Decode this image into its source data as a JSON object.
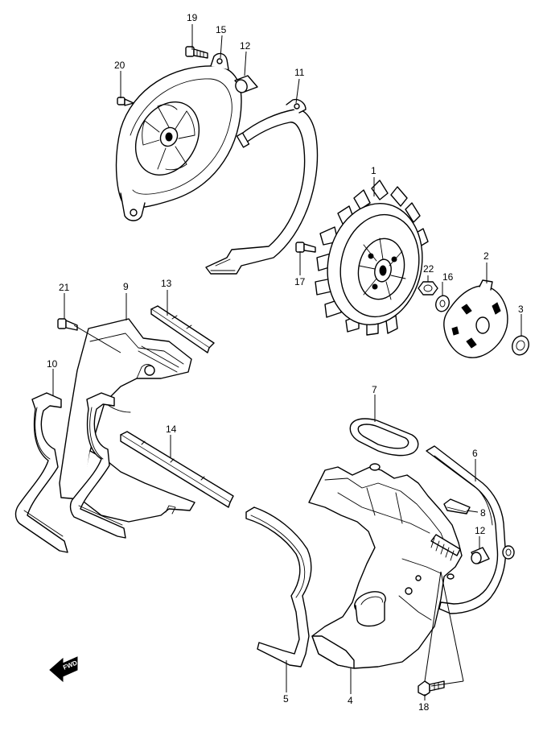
{
  "callouts": {
    "p1": "1",
    "p2": "2",
    "p3": "3",
    "p4": "4",
    "p5": "5",
    "p6": "6",
    "p7": "7",
    "p8": "8",
    "p9": "9",
    "p10": "10",
    "p11": "11",
    "p12a": "12",
    "p12b": "12",
    "p13": "13",
    "p14": "14",
    "p15": "15",
    "p16": "16",
    "p17": "17",
    "p18": "18",
    "p19": "19",
    "p20": "20",
    "p21": "21",
    "p22": "22"
  },
  "fwd_label": "FWD",
  "colors": {
    "line": "#000000",
    "background": "#ffffff"
  }
}
